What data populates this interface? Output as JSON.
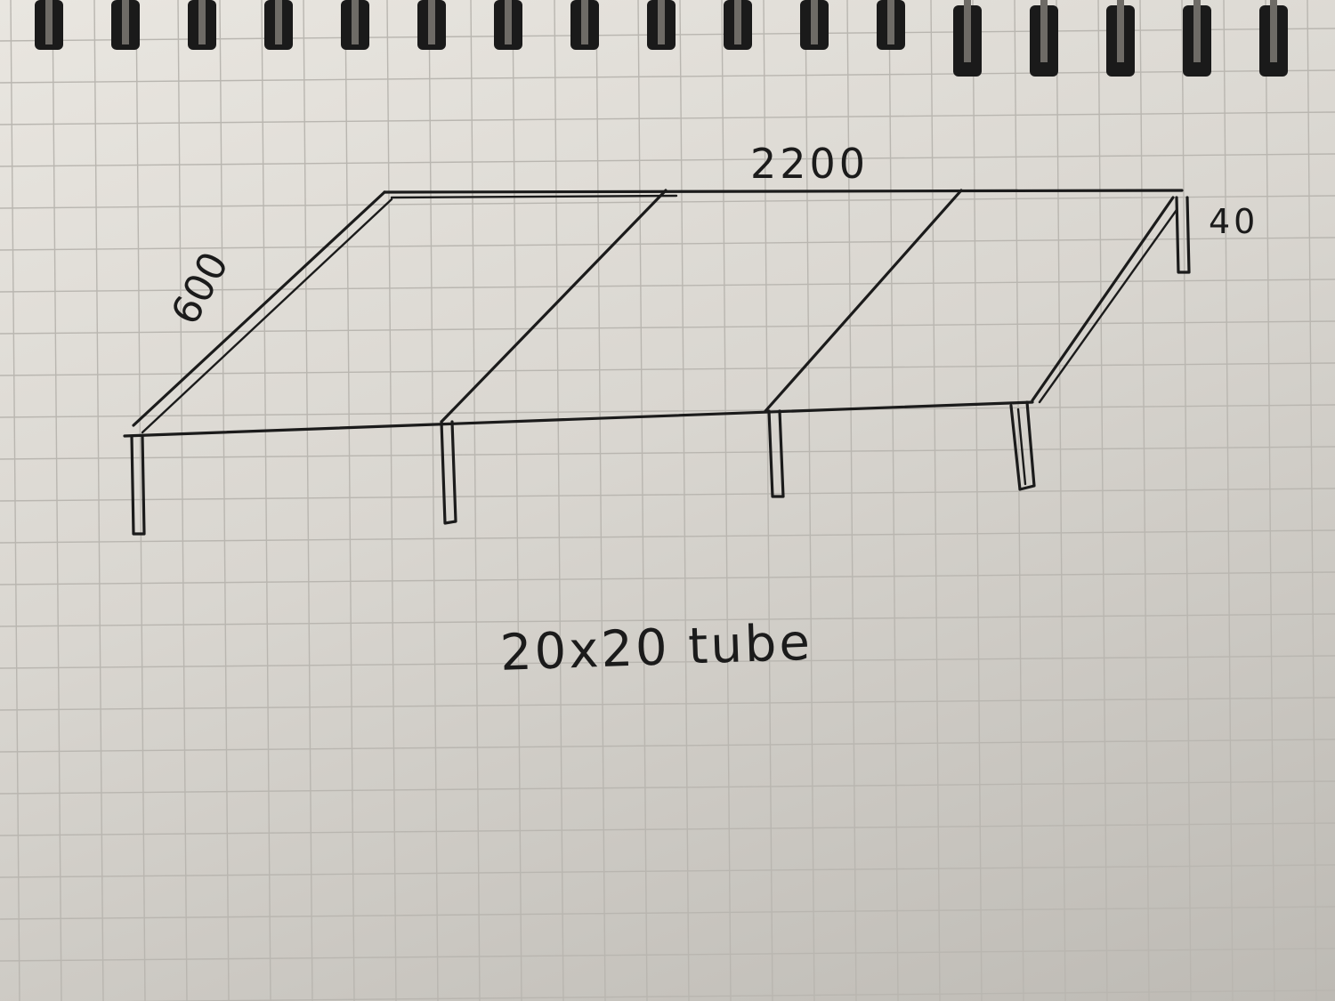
{
  "sketch": {
    "title": "",
    "dimensions": {
      "length": "2200",
      "depth": "600",
      "leg_height": "40"
    },
    "material_note": "20x20 tube"
  },
  "colors": {
    "ink": "#1b1b1b",
    "paper": "#e4e1db",
    "grid": "#b9b6b0",
    "spiral_binding": "#1a1a1a"
  },
  "icons": [
    "spiral-binding-icon"
  ]
}
